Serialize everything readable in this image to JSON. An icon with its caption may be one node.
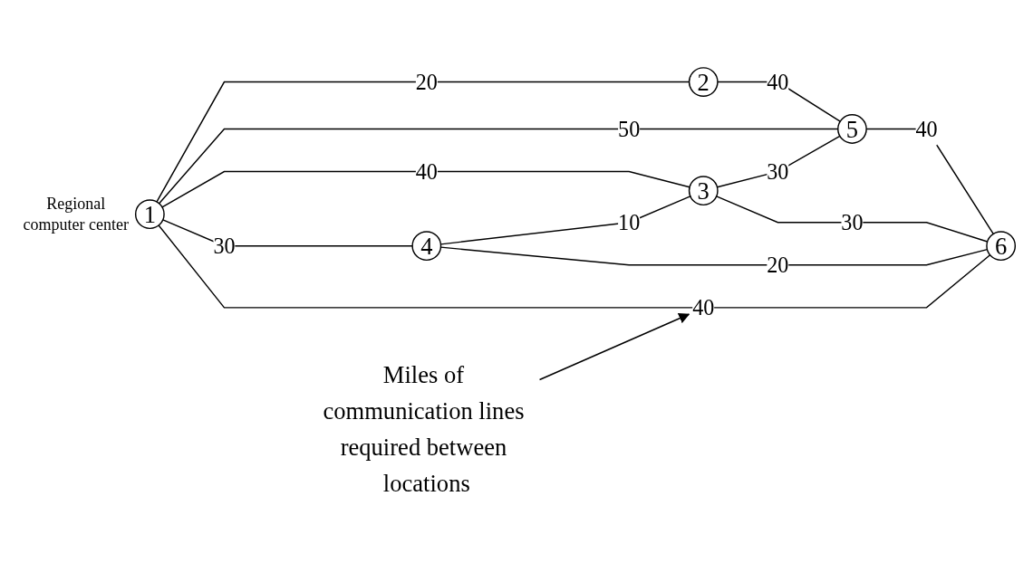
{
  "diagram": {
    "nodes": [
      {
        "text": [
          "1"
        ],
        "beside": [
          "Regional computer center"
        ]
      },
      {
        "text": [
          "2"
        ]
      },
      {
        "text": [
          "3"
        ]
      },
      {
        "text": [
          "4"
        ]
      },
      {
        "text": [
          "5"
        ]
      },
      {
        "text": [
          "6"
        ]
      },
      {
        "text": [
          "Miles of communication lines required between locations"
        ]
      }
    ],
    "edges": [
      {
        "from": 0,
        "to": 1,
        "arrow": "none",
        "label": "20"
      },
      {
        "from": 1,
        "to": 4,
        "arrow": "none",
        "label": "40"
      },
      {
        "from": 0,
        "to": 4,
        "arrow": "none",
        "label": "50"
      },
      {
        "from": 0,
        "to": 2,
        "arrow": "none",
        "label": "40"
      },
      {
        "from": 2,
        "to": 4,
        "arrow": "none",
        "label": "30"
      },
      {
        "from": 0,
        "to": 3,
        "arrow": "none",
        "label": "30"
      },
      {
        "from": 3,
        "to": 2,
        "arrow": "none",
        "label": "10"
      },
      {
        "from": 2,
        "to": 5,
        "arrow": "none",
        "label": "30"
      },
      {
        "from": 3,
        "to": 5,
        "arrow": "none",
        "label": "20"
      },
      {
        "from": 0,
        "to": 5,
        "arrow": "none",
        "label": "40"
      },
      {
        "from": 4,
        "to": 5,
        "arrow": "none",
        "label": "40"
      },
      {
        "from": 6,
        "to": null,
        "arrow": "to"
      }
    ]
  }
}
